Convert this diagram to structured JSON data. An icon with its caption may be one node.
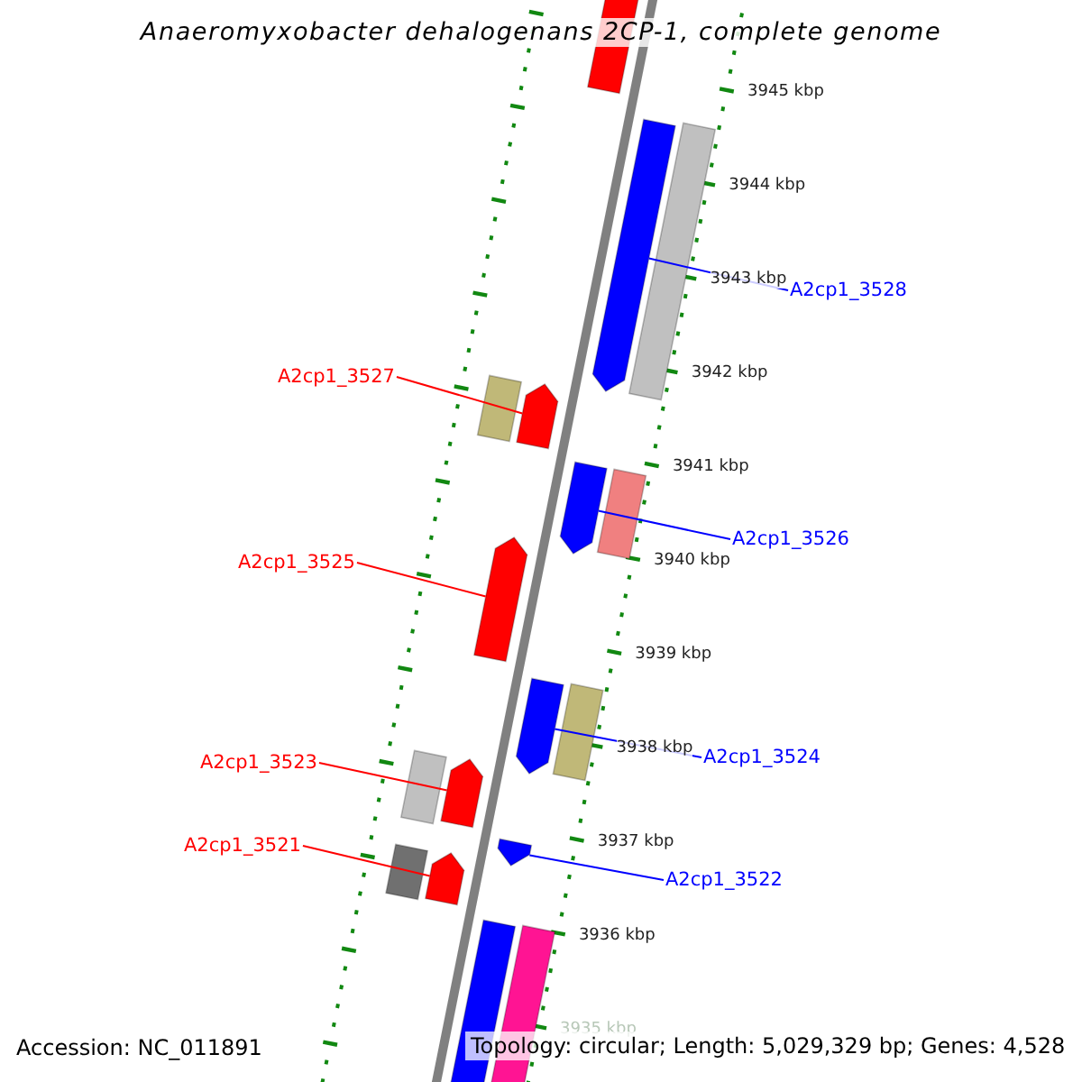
{
  "diagram": {
    "title": "Anaeromyxobacter dehalogenans 2CP-1, complete genome",
    "nodes": [
      {
        "text": [
          "A2cp1_3528"
        ]
      },
      {
        "text": [
          "A2cp1_3527"
        ]
      },
      {
        "text": [
          "A2cp1_3526"
        ]
      },
      {
        "text": [
          "A2cp1_3525"
        ]
      },
      {
        "text": [
          "A2cp1_3524"
        ]
      },
      {
        "text": [
          "A2cp1_3523"
        ]
      },
      {
        "text": [
          "A2cp1_3522"
        ]
      },
      {
        "text": [
          "A2cp1_3521"
        ]
      },
      {
        "text": [],
        "shape": "box"
      },
      {
        "text": [],
        "shape": "box"
      },
      {
        "text": [],
        "shape": "box"
      },
      {
        "text": [],
        "shape": "box"
      },
      {
        "text": [],
        "shape": "box"
      },
      {
        "text": [],
        "shape": "box"
      },
      {
        "text": [],
        "shape": "box"
      },
      {
        "text": [],
        "shape": "box"
      },
      {
        "text": [],
        "shape": "box"
      },
      {
        "text": [],
        "shape": "box"
      },
      {
        "text": [],
        "shape": "box"
      },
      {
        "text": [],
        "shape": "box"
      },
      {
        "text": [],
        "shape": "box"
      },
      {
        "text": [],
        "shape": "box"
      },
      {
        "text": [],
        "shape": "box"
      },
      {
        "text": [],
        "shape": "box"
      },
      {
        "text": [],
        "shape": "box"
      }
    ],
    "edges": [
      {
        "from": 0,
        "to": 9,
        "arrow": "none",
        "color": "#0000ff"
      },
      {
        "from": 1,
        "to": 12,
        "arrow": "none",
        "color": "#ff0000"
      },
      {
        "from": 2,
        "to": 13,
        "arrow": "none",
        "color": "#0000ff"
      },
      {
        "from": 3,
        "to": 15,
        "arrow": "none",
        "color": "#ff0000"
      },
      {
        "from": 4,
        "to": 16,
        "arrow": "none",
        "color": "#0000ff"
      },
      {
        "from": 5,
        "to": 19,
        "arrow": "none",
        "color": "#ff0000"
      },
      {
        "from": 6,
        "to": 20,
        "arrow": "none",
        "color": "#0000ff"
      },
      {
        "from": 7,
        "to": 22,
        "arrow": "none",
        "color": "#ff0000"
      }
    ],
    "labels": [
      "3945 kbp",
      "3944 kbp",
      "3943 kbp",
      "3942 kbp",
      "3941 kbp",
      "3940 kbp",
      "3939 kbp",
      "3938 kbp",
      "3937 kbp",
      "3936 kbp",
      "3935 kbp",
      "Accession: NC_011891",
      "Topology: circular; Length: 5,029,329 bp; Genes: 4,528"
    ]
  }
}
